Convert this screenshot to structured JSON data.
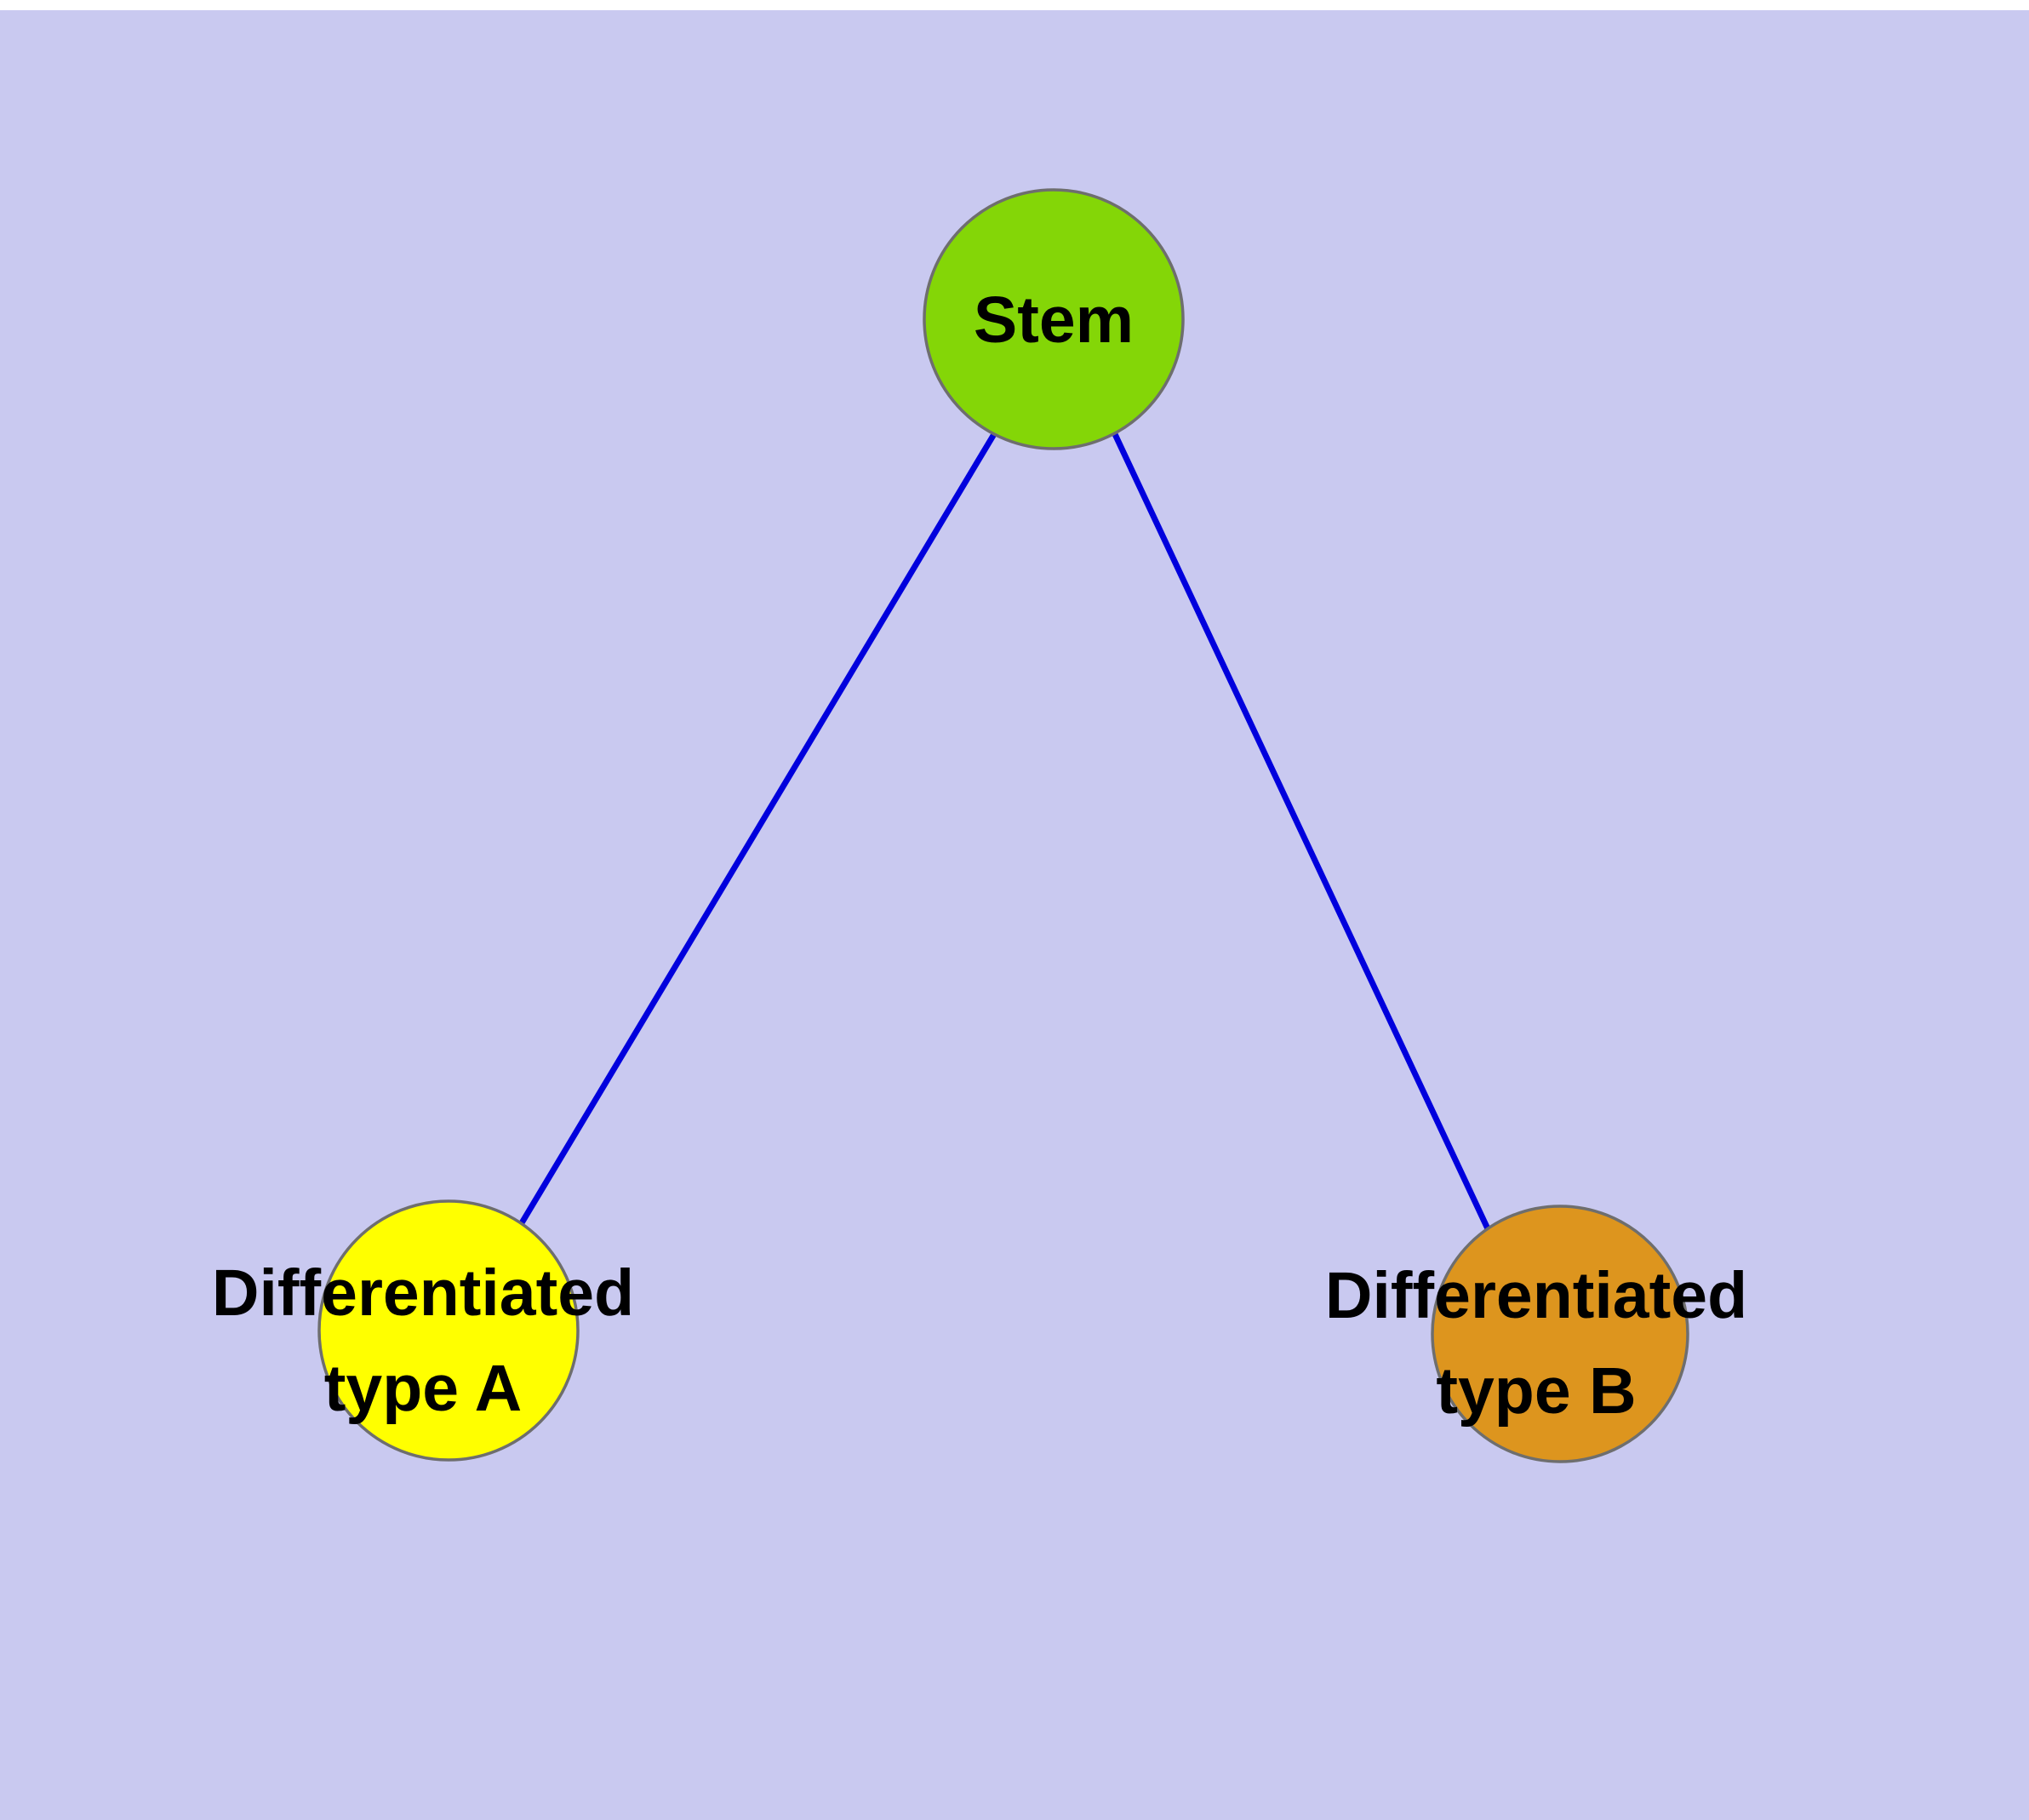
{
  "diagram": {
    "type": "node-link-tree",
    "background_color": "#c9c9f0",
    "top_margin_color": "#ffffff",
    "edge_color": "#0000dd",
    "node_border_color": "#6e6e6e",
    "text_color": "#000000",
    "nodes": [
      {
        "id": "stem",
        "label": "Stem",
        "fill": "#84d607"
      },
      {
        "id": "differentiated-type-a",
        "label_line1": "Differentiated",
        "label_line2": "type A",
        "fill": "#ffff00"
      },
      {
        "id": "differentiated-type-b",
        "label_line1": "Differentiated",
        "label_line2": "type B",
        "fill": "#dd951e"
      }
    ],
    "edges": [
      {
        "from": "stem",
        "to": "differentiated-type-a"
      },
      {
        "from": "stem",
        "to": "differentiated-type-b"
      }
    ]
  }
}
